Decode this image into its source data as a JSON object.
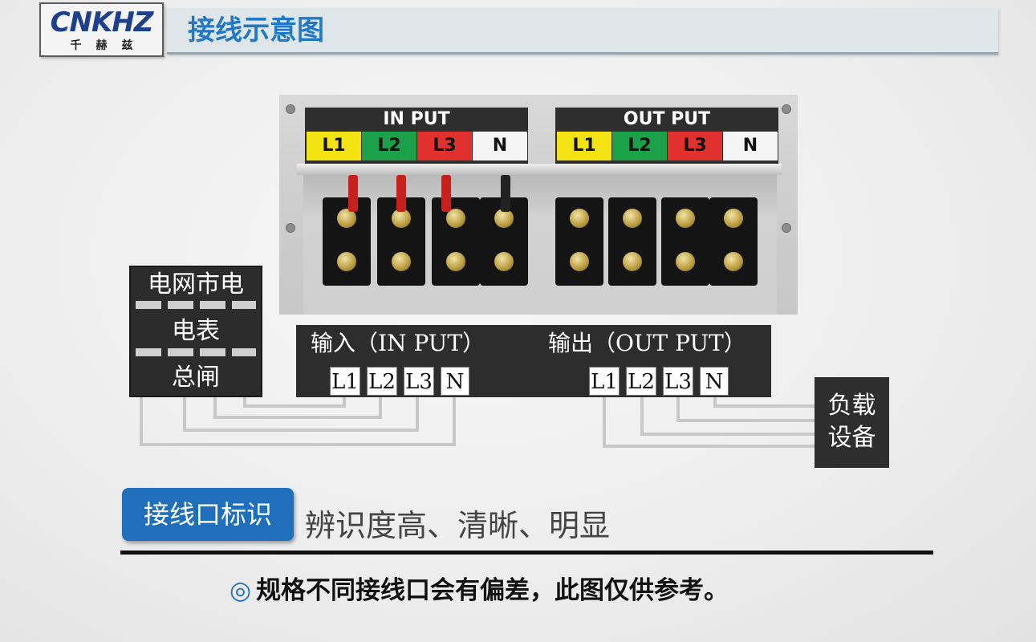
{
  "header": {
    "logo_main": "CNKHZ",
    "logo_sub": "千赫兹",
    "title": "接线示意图"
  },
  "photo": {
    "input_plate": {
      "title": "IN PUT",
      "cells": [
        "L1",
        "L2",
        "L3",
        "N"
      ]
    },
    "output_plate": {
      "title": "OUT PUT",
      "cells": [
        "L1",
        "L2",
        "L3",
        "N"
      ]
    }
  },
  "grid_block": {
    "rows": [
      "电网市电",
      "电表",
      "总闸"
    ]
  },
  "terminal_strip": {
    "input_label": "输入（IN PUT）",
    "output_label": "输出（OUT PUT）",
    "input_terminals": [
      "L1",
      "L2",
      "L3",
      "N"
    ],
    "output_terminals": [
      "L1",
      "L2",
      "L3",
      "N"
    ]
  },
  "load_box": {
    "lines": [
      "负载",
      "设备"
    ]
  },
  "bottom": {
    "badge": "接线口标识",
    "feature": "辨识度高、清晰、明显",
    "note_icon": "◎",
    "note": "规格不同接线口会有偏差，此图仅供参考。"
  },
  "colors": {
    "title_blue": "#1f78c8",
    "badge_blue": "#1f6fbd",
    "l1_yellow": "#f4e312",
    "l2_green": "#1aa14a",
    "l3_red": "#e0312e",
    "n_white": "#f5f5f5"
  }
}
